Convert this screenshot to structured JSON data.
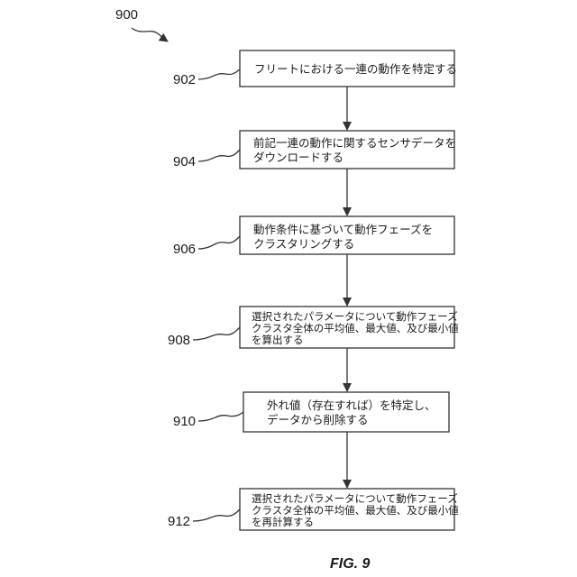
{
  "figure_ref": "900",
  "caption": "FIG. 9",
  "steps": [
    {
      "ref": "902",
      "lines": [
        "フリートにおける一連の動作を特定する"
      ]
    },
    {
      "ref": "904",
      "lines": [
        "前記一連の動作に関するセンサデータを",
        "ダウンロードする"
      ]
    },
    {
      "ref": "906",
      "lines": [
        "動作条件に基づいて動作フェーズを",
        "クラスタリングする"
      ]
    },
    {
      "ref": "908",
      "lines": [
        "選択されたパラメータについて動作フェーズ",
        "クラスタ全体の平均値、最大値、及び最小値",
        "を算出する"
      ]
    },
    {
      "ref": "910",
      "lines": [
        "外れ値（存在すれば）を特定し、",
        "データから削除する"
      ]
    },
    {
      "ref": "912",
      "lines": [
        "選択されたパラメータについて動作フェーズ",
        "クラスタ全体の平均値、最大値、及び最小値",
        "を再計算する"
      ]
    }
  ]
}
